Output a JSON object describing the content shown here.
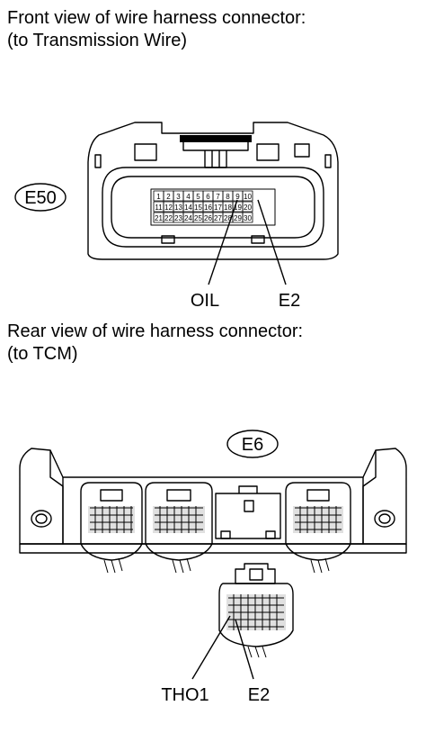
{
  "captions": {
    "front_line1": "Front view of wire harness connector:",
    "front_line2": "(to Transmission Wire)",
    "rear_line1": "Rear view of wire harness connector:",
    "rear_line2": "(to TCM)"
  },
  "connector_e50": {
    "name": "E50",
    "pin_rows": [
      [
        "1",
        "2",
        "3",
        "4",
        "5",
        "6",
        "7",
        "8",
        "9",
        "10"
      ],
      [
        "11",
        "12",
        "13",
        "14",
        "15",
        "16",
        "17",
        "18",
        "19",
        "20"
      ],
      [
        "21",
        "22",
        "23",
        "24",
        "25",
        "26",
        "27",
        "28",
        "29",
        "30"
      ]
    ],
    "callouts": [
      "OIL",
      "E2"
    ]
  },
  "connector_e6": {
    "name": "E6",
    "callouts": [
      "THO1",
      "E2"
    ]
  }
}
